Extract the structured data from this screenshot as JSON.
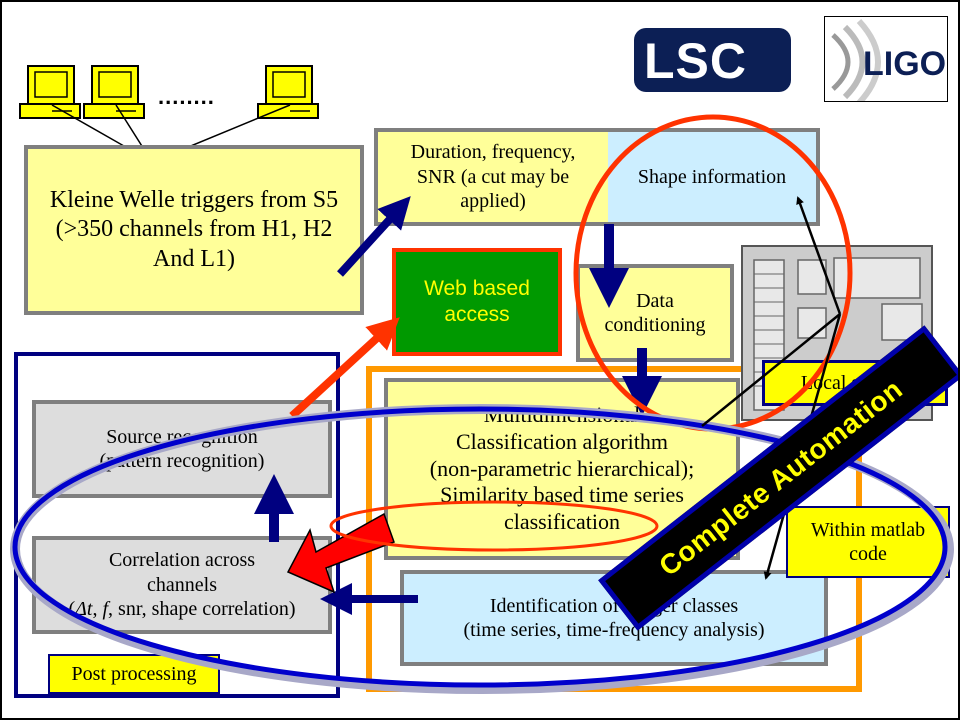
{
  "logos": {
    "lsc": "LSC",
    "ligo": "LIGO"
  },
  "ellipsis": "........",
  "kleine_welle": "Kleine Welle triggers from S5\n(>350 channels from H1, H2\nAnd L1)",
  "duration": "Duration, frequency,\nSNR (a cut may be\napplied)",
  "shape_info": "Shape information",
  "web_access": "Web based\naccess",
  "data_conditioning": "Data\nconditioning",
  "local_storage": "Local storage",
  "classification": "Multidimensional\nClassification algorithm\n(non-parametric hierarchical);\nSimilarity based time series\nclassification",
  "source_recognition": "Source recognition\n(pattern recognition)",
  "correlation": {
    "line1": "Correlation across",
    "line2": "channels",
    "line3_pre": "(",
    "delta": "Δt",
    "sep1": ", ",
    "f": "f",
    "line3_post": ", snr, shape correlation)"
  },
  "within_matlab": "Within matlab\ncode",
  "identification": "Identification of trigger classes\n(time series, time-frequency analysis)",
  "post_processing": "Post processing",
  "complete_automation": "Complete Automation",
  "colors": {
    "yellow": "#ffff99",
    "light_blue": "#cceeff",
    "green": "#009900",
    "navy": "#000080",
    "orange": "#ff9900",
    "red": "#ff0000",
    "red_orange": "#ff3300",
    "blue": "#0000cc"
  }
}
